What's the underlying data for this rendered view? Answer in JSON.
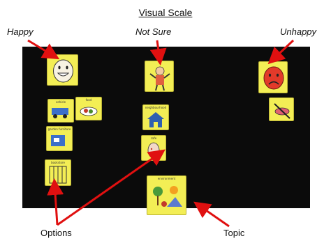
{
  "title": "Visual Scale",
  "labels": {
    "happy": "Happy",
    "not_sure": "Not Sure",
    "unhappy": "Unhappy",
    "options": "Options",
    "topic": "Topic"
  },
  "cards": {
    "vehicle": "vehicle",
    "food": "food",
    "garden_furniture": "garden furniture",
    "bookstore": "bookstore",
    "neighbourhood": "neighbourhood",
    "cafe": "cafe",
    "environment": "environment"
  },
  "colors": {
    "board": "#0b0b0b",
    "card": "#f3ee55",
    "arrow": "#e01010",
    "happy_face": "#f7f2e2",
    "unhappy_face": "#e23a2a"
  }
}
